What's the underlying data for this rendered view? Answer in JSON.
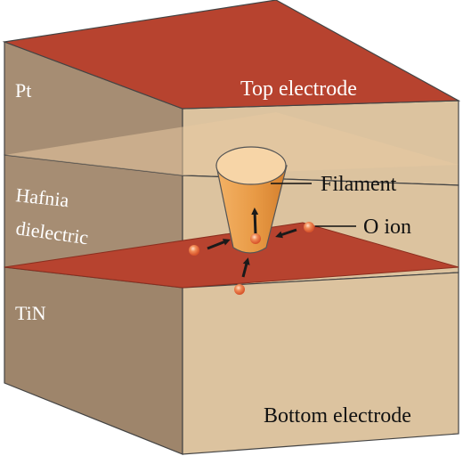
{
  "labels": {
    "pt": "Pt",
    "hafnia_line1": "Hafnia",
    "hafnia_line2": "dielectric",
    "tin": "TiN",
    "top_electrode": "Top electrode",
    "filament": "Filament",
    "o_ion": "O ion",
    "bottom_electrode": "Bottom electrode"
  },
  "colors": {
    "top_face": "#b7432f",
    "front_face": "#dcc39f",
    "side_face": "#a68d73",
    "interface_plane": "#b7432f",
    "filament": "#e8a050",
    "o_ion": "#ec7a4a",
    "outline": "#333333"
  }
}
